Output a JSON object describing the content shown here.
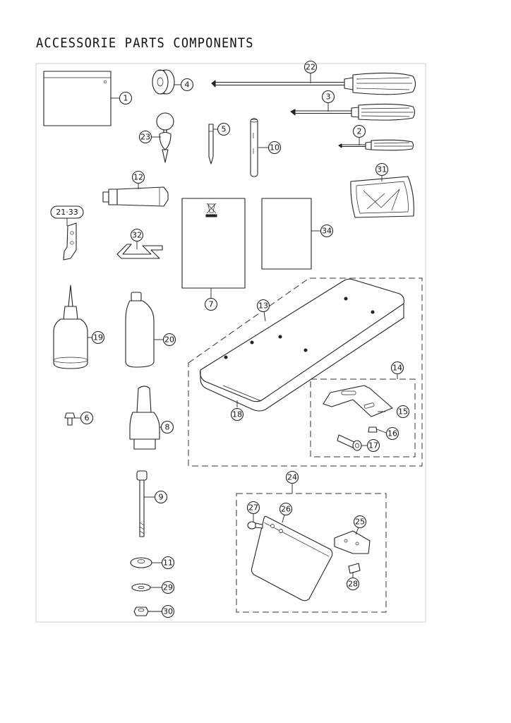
{
  "page": {
    "title": "ACCESSORIE PARTS COMPONENTS"
  },
  "callouts": {
    "c1": "1",
    "c2": "2",
    "c3": "3",
    "c4": "4",
    "c5": "5",
    "c6": "6",
    "c7": "7",
    "c8": "8",
    "c9": "9",
    "c10": "10",
    "c11": "11",
    "c12": "12",
    "c13": "13",
    "c14": "14",
    "c15": "15",
    "c16": "16",
    "c17": "17",
    "c18": "18",
    "c19": "19",
    "c20": "20",
    "c21_33": "21·33",
    "c22": "22",
    "c23": "23",
    "c24": "24",
    "c25": "25",
    "c26": "26",
    "c27": "27",
    "c28": "28",
    "c29": "29",
    "c30": "30",
    "c31": "31",
    "c32": "32",
    "c34": "34"
  }
}
